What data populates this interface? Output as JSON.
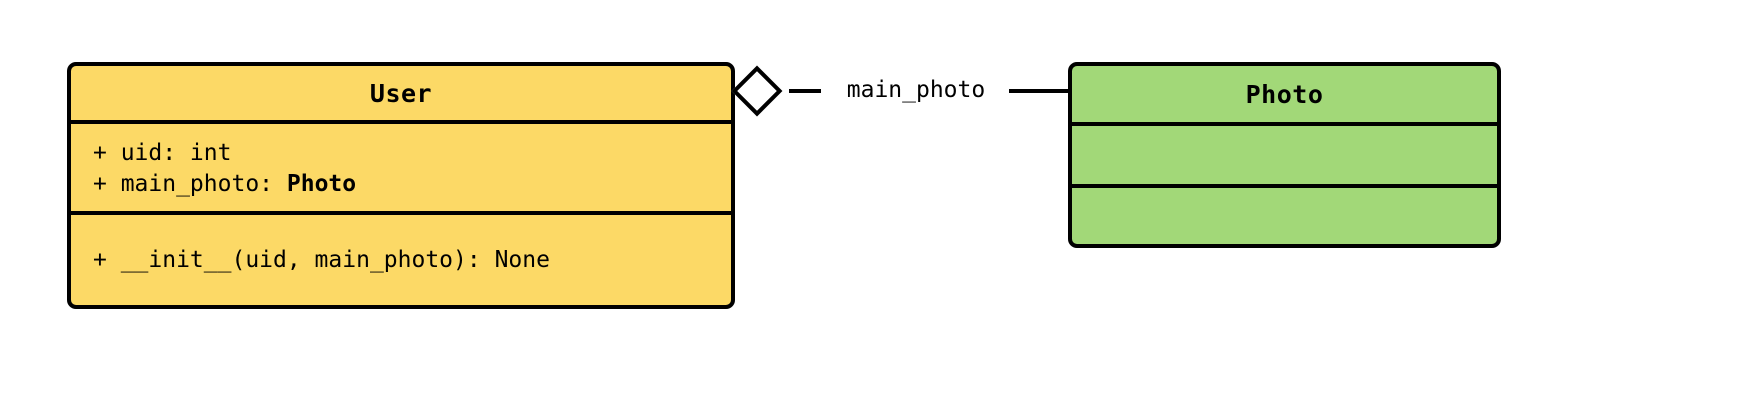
{
  "diagram": {
    "type": "uml-class-diagram",
    "background_color": "#ffffff",
    "border_color": "#000000"
  },
  "classes": [
    {
      "name": "User",
      "fill_color": "#fcd966",
      "attributes": [
        {
          "visibility": "+",
          "text": "+ uid: int",
          "name": "uid",
          "type": "int",
          "type_bold": false
        },
        {
          "visibility": "+",
          "prefix": "+ main_photo: ",
          "type_text": "Photo",
          "name": "main_photo",
          "type": "Photo",
          "type_bold": true
        }
      ],
      "methods": [
        {
          "visibility": "+",
          "text": "+ __init__(uid, main_photo): None",
          "name": "__init__",
          "returns": "None"
        }
      ]
    },
    {
      "name": "Photo",
      "fill_color": "#a2d878",
      "attributes": [],
      "methods": []
    }
  ],
  "relationship": {
    "kind": "aggregation",
    "label": "main_photo",
    "source": "User",
    "target": "Photo",
    "diamond_fill": "#ffffff"
  }
}
